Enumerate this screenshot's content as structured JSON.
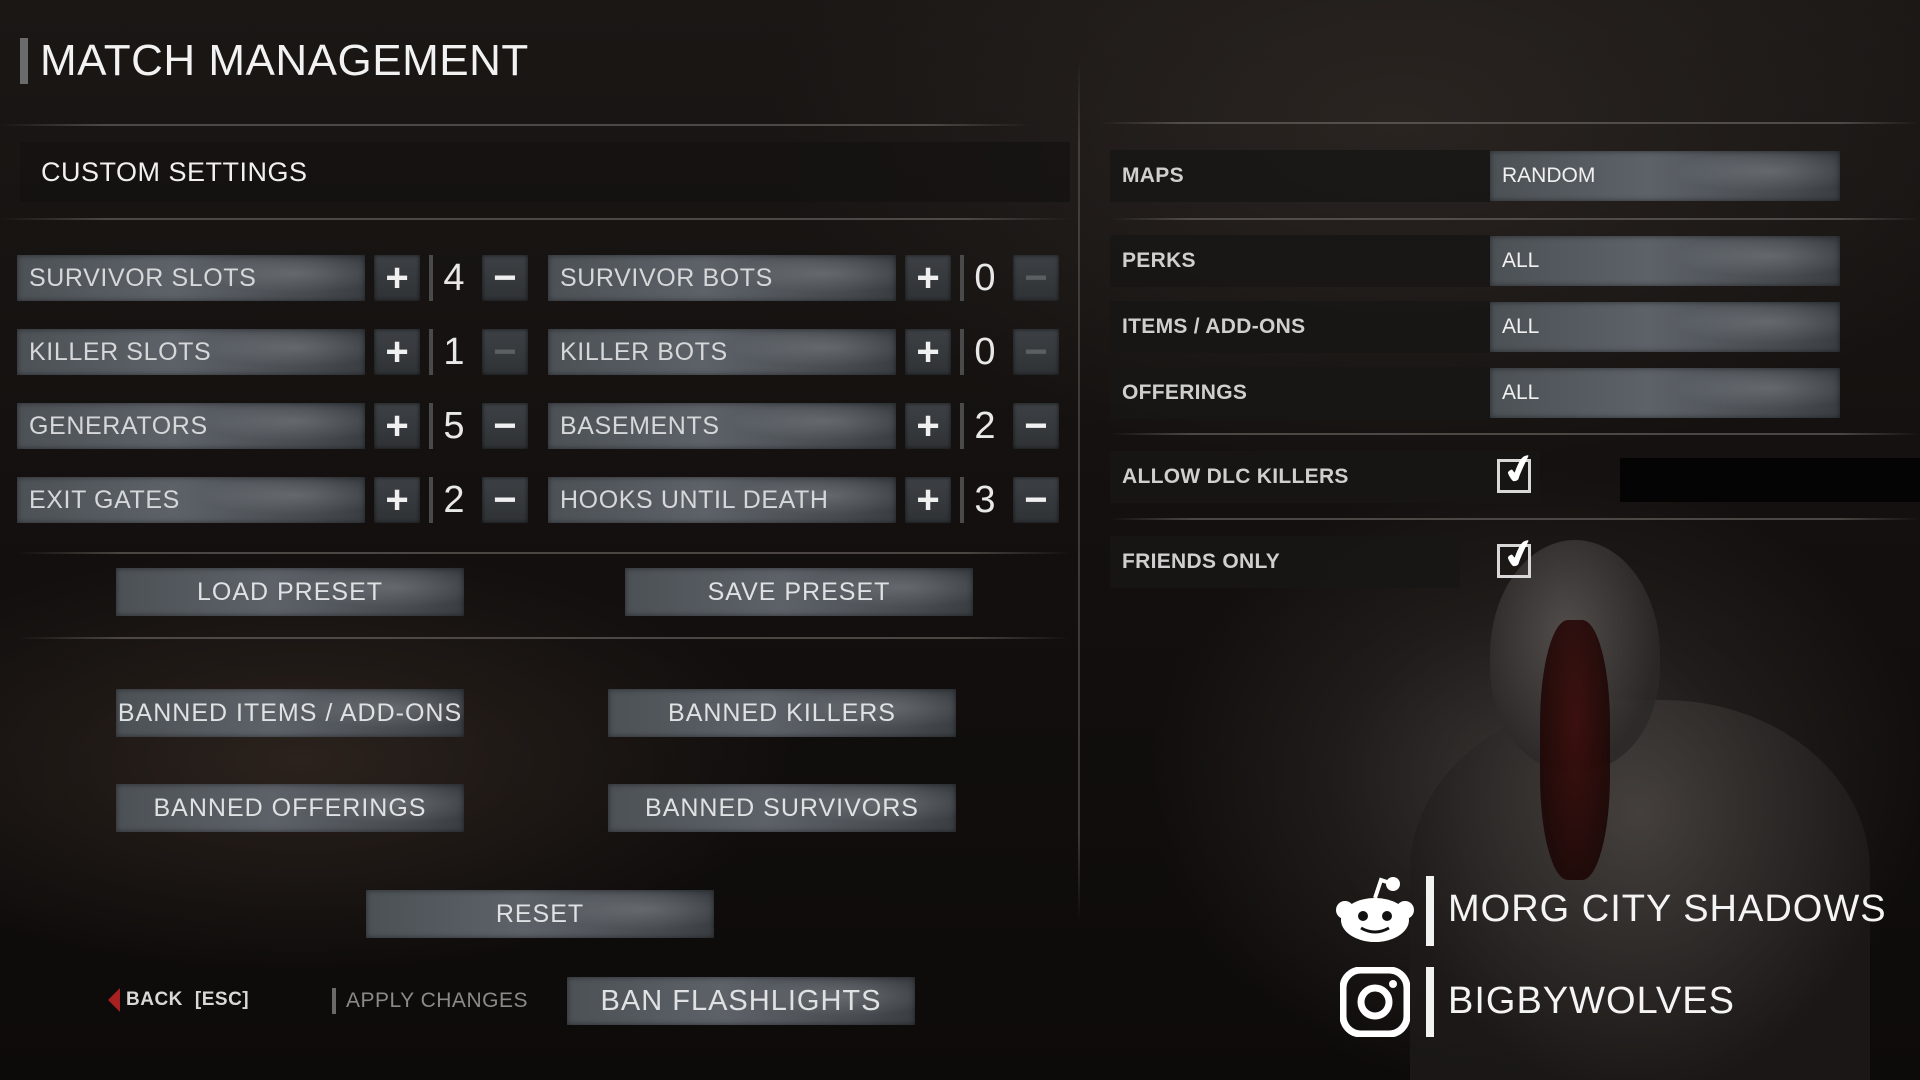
{
  "header": {
    "title": "MATCH MANAGEMENT"
  },
  "custom_settings": {
    "title": "CUSTOM SETTINGS",
    "stats": [
      {
        "label": "SURVIVOR SLOTS",
        "value": "4",
        "minus_enabled": true
      },
      {
        "label": "SURVIVOR BOTS",
        "value": "0",
        "minus_enabled": false
      },
      {
        "label": "KILLER SLOTS",
        "value": "1",
        "minus_enabled": false
      },
      {
        "label": "KILLER BOTS",
        "value": "0",
        "minus_enabled": false
      },
      {
        "label": "GENERATORS",
        "value": "5",
        "minus_enabled": true
      },
      {
        "label": "BASEMENTS",
        "value": "2",
        "minus_enabled": true
      },
      {
        "label": "EXIT GATES",
        "value": "2",
        "minus_enabled": true
      },
      {
        "label": "HOOKS UNTIL DEATH",
        "value": "3",
        "minus_enabled": true
      }
    ],
    "plus_symbol": "+",
    "minus_symbol": "−",
    "buttons": {
      "load_preset": "LOAD PRESET",
      "save_preset": "SAVE PRESET",
      "banned_items": "BANNED ITEMS / ADD-ONS",
      "banned_killers": "BANNED KILLERS",
      "banned_offerings": "BANNED OFFERINGS",
      "banned_survivors": "BANNED SURVIVORS",
      "reset": "RESET"
    }
  },
  "options": {
    "maps": {
      "label": "MAPS",
      "value": "RANDOM"
    },
    "perks": {
      "label": "PERKS",
      "value": "ALL"
    },
    "items": {
      "label": "ITEMS / ADD-ONS",
      "value": "ALL"
    },
    "offerings": {
      "label": "OFFERINGS",
      "value": "ALL"
    },
    "allow_dlc_killers": {
      "label": "ALLOW DLC KILLERS",
      "checked": true,
      "mark": "✔"
    },
    "friends_only": {
      "label": "FRIENDS ONLY",
      "checked": true,
      "mark": "✔"
    }
  },
  "footer": {
    "back_label": "BACK",
    "back_key": "[ESC]",
    "apply_label": "APPLY CHANGES",
    "ban_flashlights": "BAN FLASHLIGHTS"
  },
  "social": {
    "reddit": {
      "icon": "reddit-icon",
      "handle": "MORG CITY SHADOWS"
    },
    "instagram": {
      "icon": "instagram-icon",
      "handle": "BIGBYWOLVES"
    }
  },
  "colors": {
    "accent_back": "#a82020",
    "slate": "#5d6268",
    "text": "#e6e6e6"
  }
}
